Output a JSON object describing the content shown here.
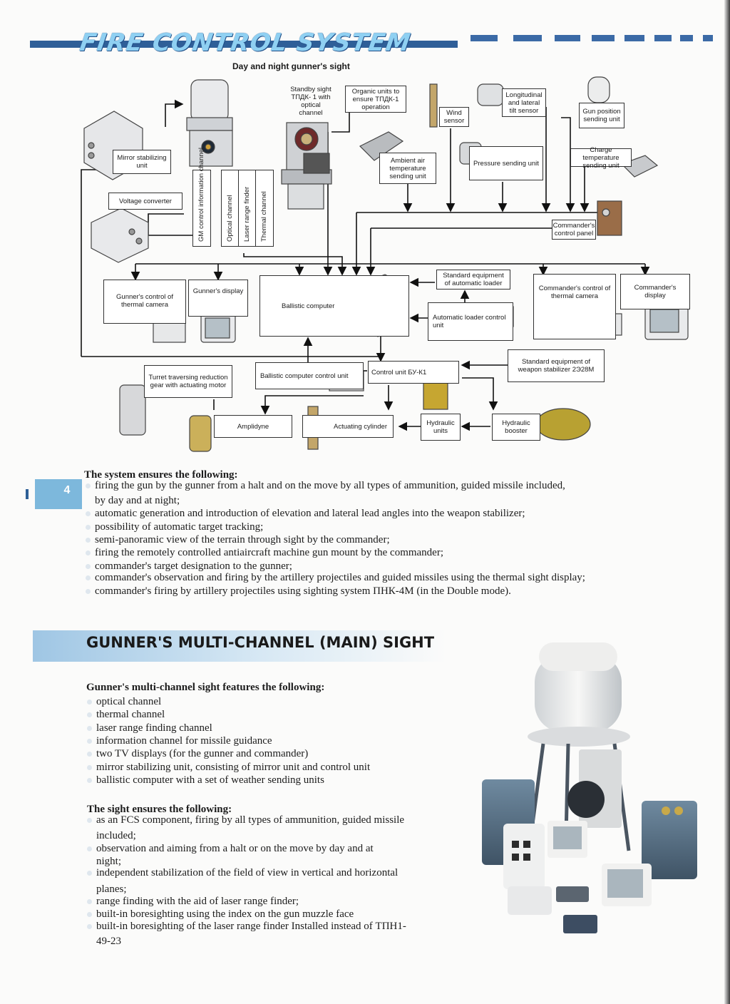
{
  "header": {
    "section_title": "FIRE CONTROL SYSTEM",
    "diagram_title": "Day and night gunner's sight"
  },
  "diagram": {
    "sight_channels": [
      "GM control information channel",
      "Optical channel",
      "Laser range finder",
      "Thermal channel"
    ],
    "boxes": {
      "mirror_stabilizing": "Mirror stabilizing unit",
      "voltage_converter": "Voltage converter",
      "standby_sight": "Standby sight ТПДК- 1 with optical channel",
      "organic_units": "Organic units to ensure ТПДК-1 operation",
      "wind_sensor": "Wind sensor",
      "ambient_air": "Ambient air temperature sending unit",
      "pressure": "Pressure sending unit",
      "tilt_sensor": "Longitudinal and lateral tilt sensor",
      "gun_position": "Gun position sending unit",
      "charge_temperature": "Charge temperature sending unit",
      "commanders_panel": "Commander's control panel",
      "gunner_thermal_camera": "Gunner's control of thermal camera",
      "gunners_display": "Gunner's display",
      "ballistic_computer": "Ballistic computer",
      "auto_loader_equipment": "Standard equipment of automatic loader",
      "auto_loader_control": "Automatic loader control unit",
      "commander_thermal_camera": "Commander's control of thermal camera",
      "commanders_display": "Commander's display",
      "turret_gear": "Turret traversing reduction gear with actuating motor",
      "ballistic_control": "Ballistic computer control unit",
      "control_unit": "Control unit БУ-К1",
      "weapon_stabilizer": "Standard equipment of weapon stabilizer 2Э28М",
      "amplidyne": "Amplidyne",
      "actuating_cylinder": "Actuating cylinder",
      "hydraulic_units": "Hydraulic units",
      "hydraulic_booster": "Hydraulic booster"
    }
  },
  "page_number": "4",
  "system": {
    "heading": "The system ensures the following:",
    "items": [
      "firing the gun by the gunner from a halt and on the move by all types of ammunition, guided missile included,",
      "by day and at night;",
      "automatic generation and introduction of elevation and lateral lead angles into the weapon stabilizer;",
      "possibility of automatic target tracking;",
      "semi-panoramic view of the terrain through sight by the commander;",
      "firing the remotely controlled antiaircraft machine gun mount by the commander;",
      "commander's target designation to the gunner;",
      "commander's observation and firing by the artillery projectiles and guided missiles using the thermal sight display;",
      "commander's firing by artillery projectiles using sighting system ПНК-4М (in the Double mode)."
    ]
  },
  "gms": {
    "title": "GUNNER'S MULTI-CHANNEL (MAIN) SIGHT",
    "features_heading": "Gunner's multi-channel sight features the following:",
    "features": [
      "optical channel",
      "thermal channel",
      "laser range finding channel",
      "information channel for missile guidance",
      "two TV displays (for the gunner and commander)",
      "mirror stabilizing unit, consisting of mirror unit and control unit",
      "ballistic computer with a set of weather sending units"
    ],
    "ensures_heading": "The sight ensures the following:",
    "ensures": [
      "as an FCS component, firing by all types of ammunition, guided missile",
      "included;",
      "observation and aiming from a halt or on the move by day and at",
      "night;",
      "independent stabilization of the field of view in vertical and horizontal",
      "planes;",
      "range finding with the aid of laser range finder;",
      "built-in boresighting using the index on the gun muzzle face",
      "built-in boresighting of the laser range finder Installed instead of ТПН1-",
      "49-23"
    ]
  },
  "colors": {
    "band_blue": "#2f5f98",
    "title_blue": "#8fd0f2",
    "tab_blue": "#7db8dc"
  }
}
